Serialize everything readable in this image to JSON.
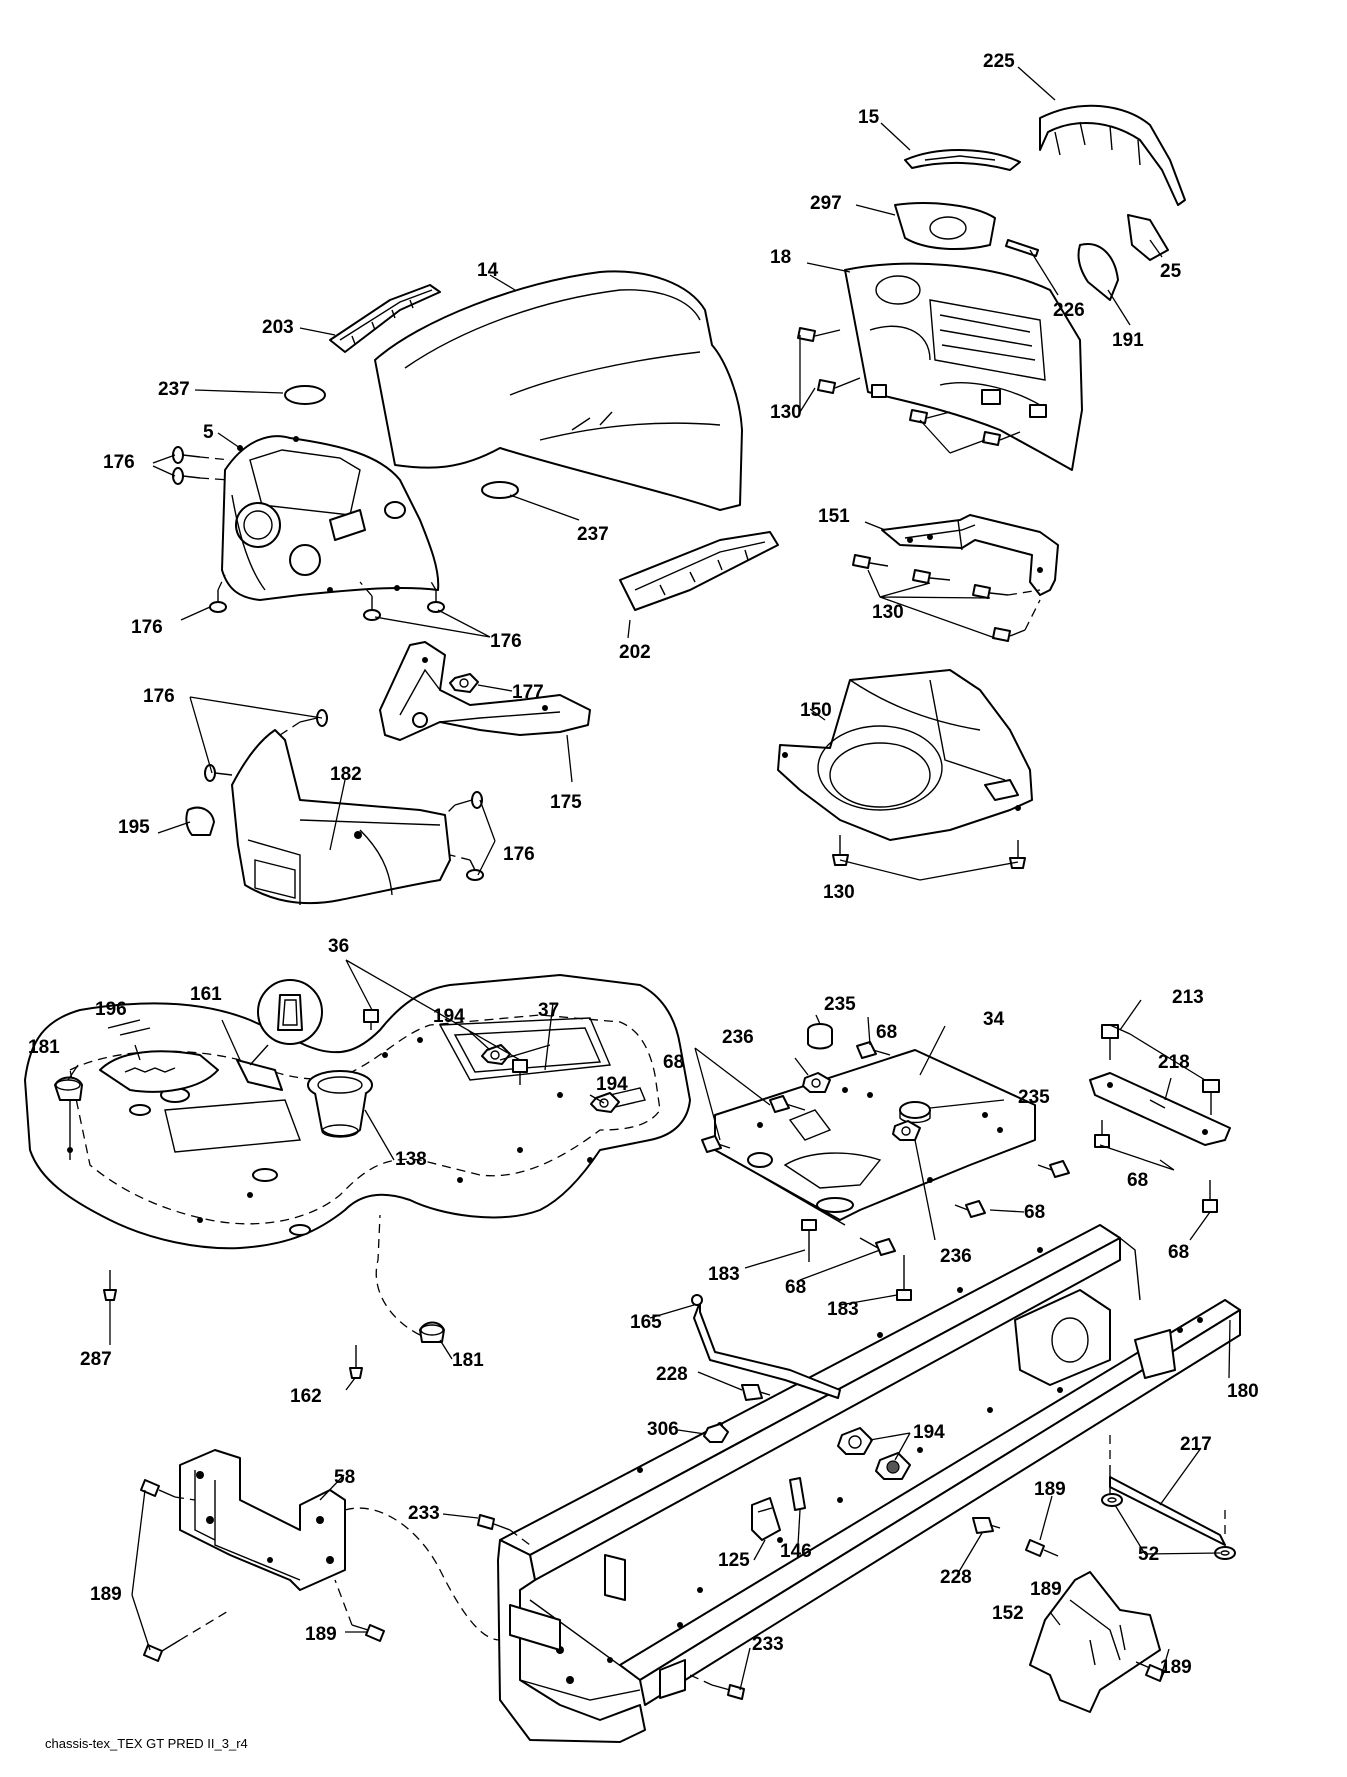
{
  "footer": "chassis-tex_TEX GT PRED II_3_r4",
  "labels": [
    "225",
    "15",
    "297",
    "18",
    "226",
    "25",
    "191",
    "14",
    "203",
    "237",
    "5",
    "176",
    "130",
    "237",
    "151",
    "176",
    "176",
    "202",
    "130",
    "176",
    "177",
    "150",
    "182",
    "175",
    "195",
    "176",
    "130",
    "36",
    "181",
    "196",
    "161",
    "194",
    "37",
    "235",
    "236",
    "68",
    "34",
    "213",
    "218",
    "68",
    "194",
    "235",
    "138",
    "68",
    "68",
    "236",
    "68",
    "183",
    "287",
    "183",
    "68",
    "165",
    "181",
    "162",
    "180",
    "228",
    "306",
    "194",
    "217",
    "58",
    "233",
    "189",
    "146",
    "125",
    "189",
    "228",
    "52",
    "189",
    "152",
    "189",
    "233",
    "189"
  ]
}
